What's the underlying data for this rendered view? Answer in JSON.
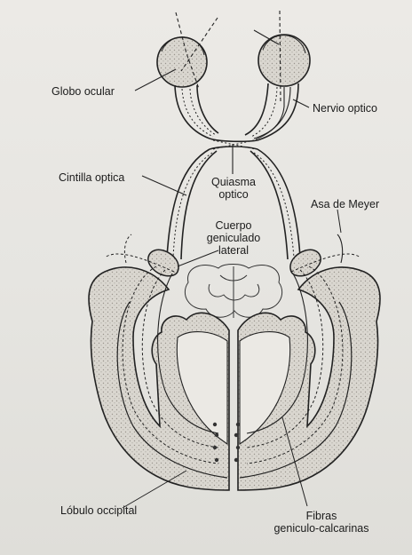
{
  "labels": {
    "globo_ocular": "Globo ocular",
    "nervio_optico": "Nervio optico",
    "cintilla_optica": "Cintilla optica",
    "quiasma_line1": "Quiasma",
    "quiasma_line2": "optico",
    "asa_de_meyer": "Asa de Meyer",
    "cuerpo_line1": "Cuerpo",
    "cuerpo_line2": "geniculado",
    "cuerpo_line3": "lateral",
    "lobulo_occipital": "Lóbulo occipital",
    "fibras_line1": "Fibras",
    "fibras_line2": "geniculo-calcarinas"
  },
  "colors": {
    "paper": "#e8e7e3",
    "ink": "#222222",
    "cortex": "#d6d3cc"
  }
}
